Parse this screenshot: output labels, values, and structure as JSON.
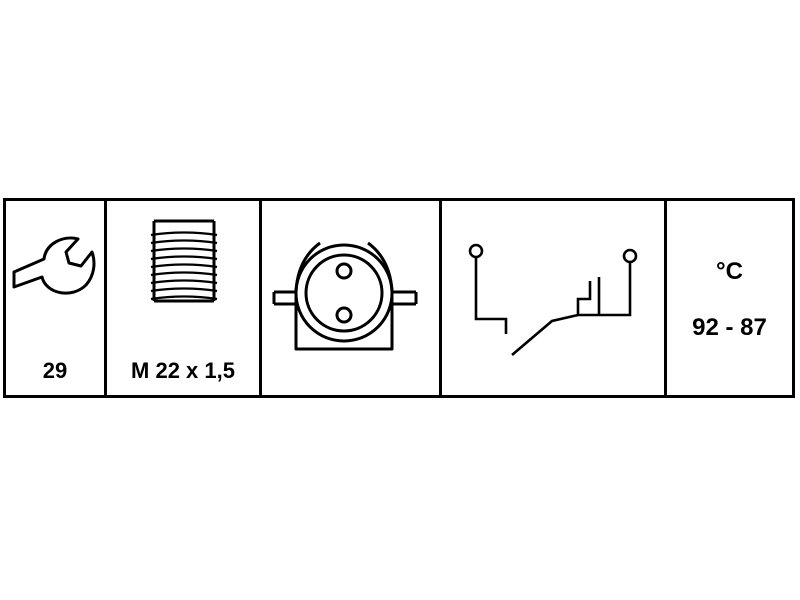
{
  "cells": {
    "wrench": {
      "icon": "wrench-icon",
      "value": "29"
    },
    "thread": {
      "icon": "thread-bolt-icon",
      "value": "M 22 x 1,5"
    },
    "connector": {
      "icon": "two-pin-connector-icon"
    },
    "circuit": {
      "icon": "switch-circuit-icon"
    },
    "temperature": {
      "unit": "°C",
      "range": "92 - 87"
    }
  },
  "colors": {
    "line": "#000000",
    "background": "#ffffff"
  }
}
